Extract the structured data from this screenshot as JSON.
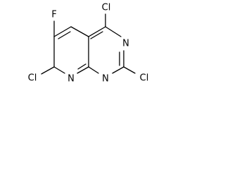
{
  "molecule": {
    "atoms": {
      "cl4": "Cl",
      "n3": "N",
      "cl2": "Cl",
      "n1": "N",
      "n8": "N",
      "cl7": "Cl",
      "f6": "F"
    }
  }
}
